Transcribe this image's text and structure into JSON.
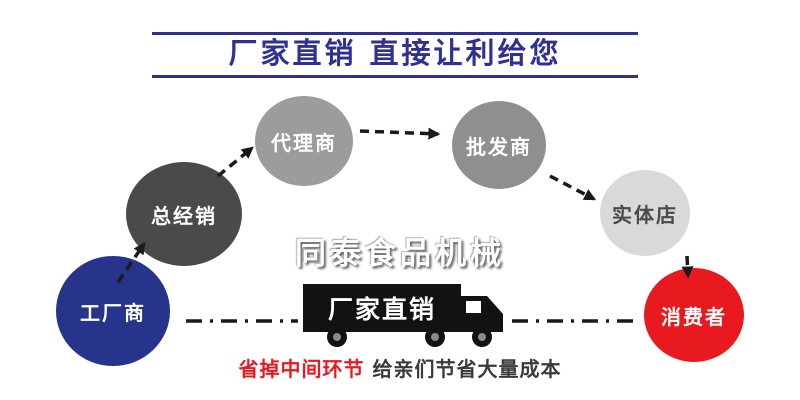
{
  "title": {
    "text": "厂家直销 直接让利给您",
    "color": "#2e3192"
  },
  "watermark": {
    "text": "同泰食品机械"
  },
  "chain": {
    "nodes": [
      {
        "label": "工厂商",
        "color": "#27348b",
        "text_color": "#ffffff"
      },
      {
        "label": "总经销",
        "color": "#4a4a4a",
        "text_color": "#ffffff"
      },
      {
        "label": "代理商",
        "color": "#9c9c9c",
        "text_color": "#ffffff"
      },
      {
        "label": "批发商",
        "color": "#8f8f8f",
        "text_color": "#ffffff"
      },
      {
        "label": "实体店",
        "color": "#d9d9d9",
        "text_color": "#4a4a4a"
      },
      {
        "label": "消费者",
        "color": "#e8191f",
        "text_color": "#ffffff"
      }
    ],
    "flow_order": [
      "工厂商",
      "总经销",
      "代理商",
      "批发商",
      "实体店",
      "消费者"
    ]
  },
  "truck": {
    "label": "厂家直销"
  },
  "footer": {
    "highlight": "省掉中间环节",
    "rest": "给亲们节省大量成本"
  }
}
